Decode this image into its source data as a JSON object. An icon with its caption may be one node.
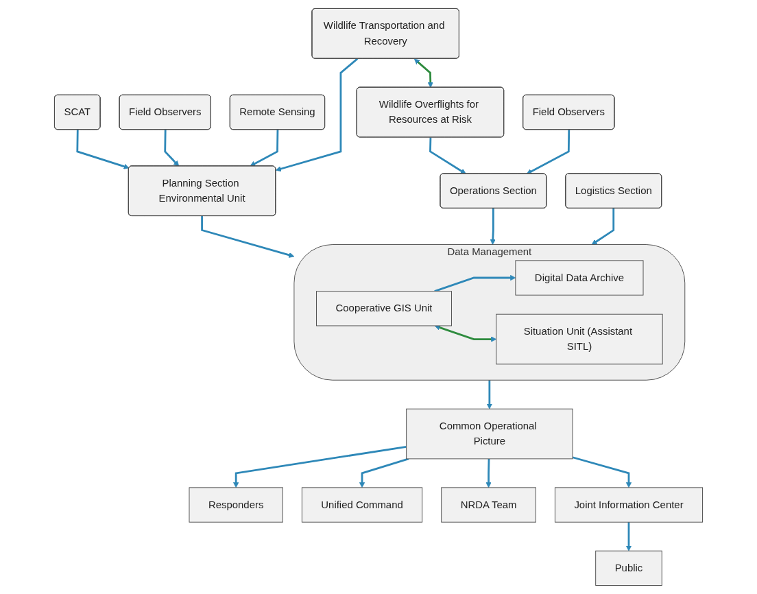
{
  "diagram": {
    "nodes": [
      {
        "text": [
          "SCAT"
        ]
      },
      {
        "text": [
          "Field Observers"
        ]
      },
      {
        "text": [
          "Remote Sensing"
        ]
      },
      {
        "text": [
          "Wildlife Transportation and Recovery"
        ]
      },
      {
        "text": [
          "Wildlife Overflights for Resources at Risk"
        ]
      },
      {
        "text": [
          "Field Observers"
        ]
      },
      {
        "text": [
          "Planning Section Environmental Unit"
        ]
      },
      {
        "text": [
          "Operations Section"
        ]
      },
      {
        "text": [
          "Data Management"
        ]
      },
      {
        "text": [
          "Digital Data Archive"
        ],
        "in": 8
      },
      {
        "text": [
          "Cooperative GIS Unit"
        ],
        "in": 8
      },
      {
        "text": [
          "Situation Unit (Assistant SITL)"
        ],
        "in": 8
      },
      {
        "text": [
          "Logistics Section"
        ]
      },
      {
        "text": [
          "Common Operational Picture"
        ]
      },
      {
        "text": [
          "Responders"
        ]
      },
      {
        "text": [
          "Unified Command"
        ]
      },
      {
        "text": [
          "NRDA Team"
        ]
      },
      {
        "text": [
          "Joint Information Center"
        ]
      },
      {
        "text": [
          "Public"
        ]
      }
    ],
    "edges": [
      {
        "from": 0,
        "to": 6,
        "arrow": "to"
      },
      {
        "from": 1,
        "to": 6,
        "arrow": "to"
      },
      {
        "from": 2,
        "to": 6,
        "arrow": "to"
      },
      {
        "from": 3,
        "to": 6,
        "arrow": "to"
      },
      {
        "from": 3,
        "to": 4,
        "arrow": "both",
        "color": "#2e8b3e"
      },
      {
        "from": 4,
        "to": 7,
        "arrow": "to"
      },
      {
        "from": 5,
        "to": 7,
        "arrow": "to"
      },
      {
        "from": 6,
        "to": 8,
        "arrow": "to"
      },
      {
        "from": 7,
        "to": 8,
        "arrow": "to"
      },
      {
        "from": 10,
        "to": 9,
        "arrow": "to"
      },
      {
        "from": 10,
        "to": 11,
        "arrow": "both",
        "color": "#2e8b3e"
      },
      {
        "from": 12,
        "to": 8,
        "arrow": "to"
      },
      {
        "from": 8,
        "to": 13,
        "arrow": "to"
      },
      {
        "from": 13,
        "to": 14,
        "arrow": "to"
      },
      {
        "from": 13,
        "to": 15,
        "arrow": "to"
      },
      {
        "from": 13,
        "to": 16,
        "arrow": "to"
      },
      {
        "from": 13,
        "to": 17,
        "arrow": "to"
      },
      {
        "from": 17,
        "to": 18,
        "arrow": "to"
      }
    ]
  }
}
